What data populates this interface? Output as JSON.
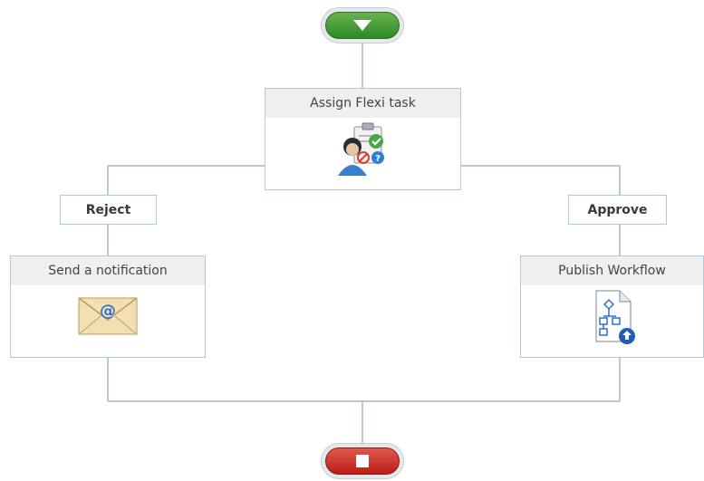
{
  "workflow": {
    "start": {
      "icon": "play-down-triangle-icon",
      "color": "#3f9a35"
    },
    "end": {
      "icon": "stop-square-icon",
      "color": "#cc2b24"
    },
    "actions": {
      "assign": {
        "title": "Assign Flexi task",
        "icon": "task-clipboard-user-icon"
      },
      "send": {
        "title": "Send a notification",
        "icon": "email-envelope-icon"
      },
      "publish": {
        "title": "Publish Workflow",
        "icon": "publish-workflow-document-icon"
      }
    },
    "branches": {
      "reject": "Reject",
      "approve": "Approve"
    },
    "colors": {
      "connector": "#bcc8d6",
      "box_border": "#b8c7d6",
      "branch_border": "#a8c8e8",
      "title_bar": "#efefef"
    }
  }
}
